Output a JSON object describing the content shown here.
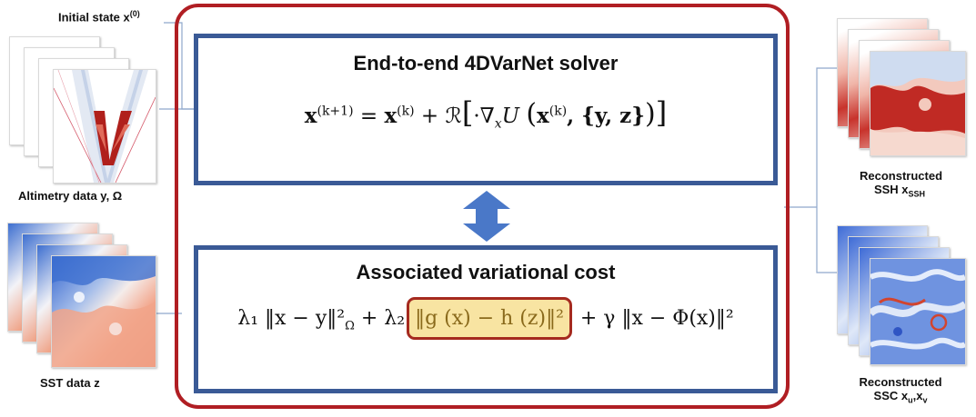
{
  "left": {
    "initial_state_label": "Initial state x",
    "initial_state_sup": "(0)",
    "altimetry_label": "Altimetry data y, Ω",
    "sst_label": "SST data z"
  },
  "right": {
    "ssh_line1": "Reconstructed",
    "ssh_line2": "SSH x",
    "ssh_sub": "SSH",
    "ssc_line1": "Reconstructed",
    "ssc_line2": "SSC x",
    "ssc_sub_u": "u",
    "ssc_sub_v": "v",
    "ssc_sep": ",x"
  },
  "top_panel": {
    "title": "End-to-end 4DVarNet solver",
    "equation": {
      "lhs": "x",
      "lhs_sup": "(k+1)",
      "eq": " = ",
      "x": "x",
      "x_sup": "(k)",
      "plus": " + ",
      "R": "ℛ",
      "bracket_open": "[",
      "dot_nabla": "·∇",
      "nabla_sub": "x",
      "U": "U",
      "paren_open": "(",
      "arg_x": "x",
      "arg_sup": "(k)",
      "arg_rest": ", {y, z}",
      "paren_close": ")",
      "bracket_close": "]"
    }
  },
  "bottom_panel": {
    "title": "Associated variational cost",
    "term1": "λ₁ ‖x − y‖²",
    "term1_sub": "Ω",
    "plus1": " + λ₂",
    "highlight": "‖g (x) − h (z)‖²",
    "term3": " + γ ‖x − Φ(x)‖²"
  },
  "colors": {
    "outer_border": "#b01e23",
    "panel_border": "#3a5a96",
    "arrow": "#4a78c8",
    "highlight_fill": "#f8e4a2",
    "highlight_border": "#a52a1f",
    "highlight_text": "#8a6a1c"
  }
}
